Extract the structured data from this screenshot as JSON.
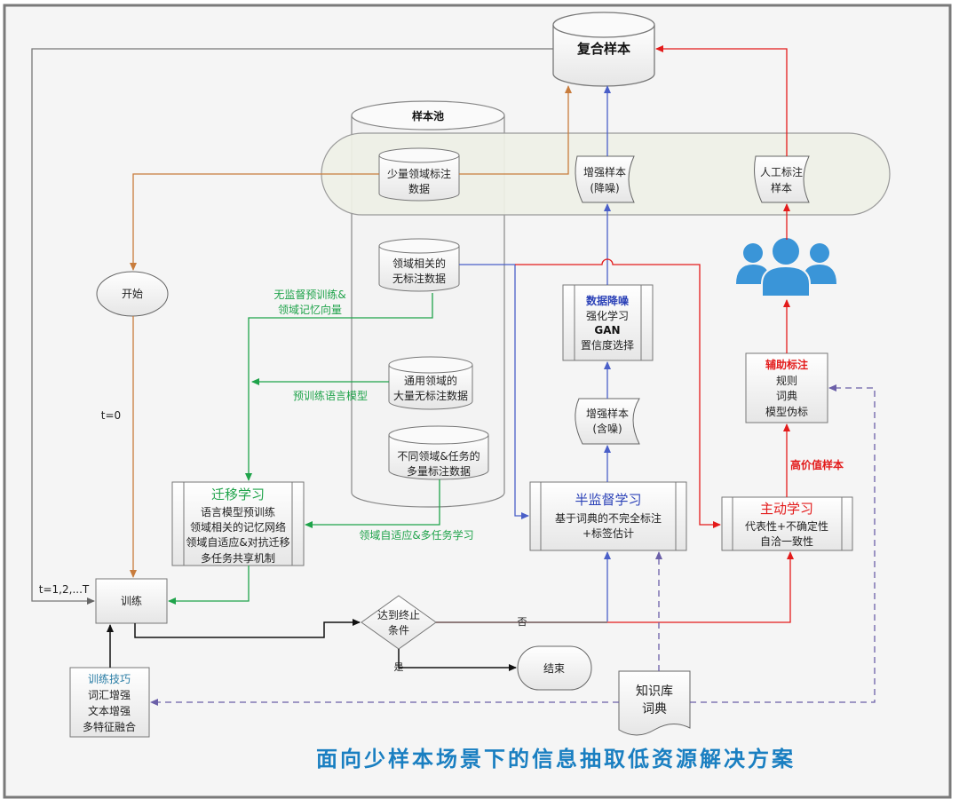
{
  "title": "面向少样本场景下的信息抽取低资源解决方案",
  "colors": {
    "orange": "#c87c3c",
    "blue": "#4a5fc8",
    "green": "#1fa34a",
    "red": "#e31b1b",
    "purple_dashed": "#6b5fa8",
    "people_icon": "#3a95d8",
    "title_blue": "#1a7fc1",
    "band_fill": "#eef0e6"
  },
  "nodes": {
    "composite_samples": "复合样本",
    "sample_pool": "样本池",
    "few_labeled": [
      "少量领域标注",
      "数据"
    ],
    "domain_unlabeled": [
      "领域相关的",
      "无标注数据"
    ],
    "general_unlabeled": [
      "通用领域的",
      "大量无标注数据"
    ],
    "multi_labeled": [
      "不同领域&任务的",
      "多量标注数据"
    ],
    "augmented_denoised": [
      "增强样本",
      "(降噪)"
    ],
    "manual_labeled": [
      "人工标注",
      "样本"
    ],
    "start": "开始",
    "train": "训练",
    "end": "结束",
    "stop_condition": [
      "达到终止",
      "条件"
    ],
    "transfer_learning": {
      "title": "迁移学习",
      "lines": [
        "语言模型预训练",
        "领域相关的记忆网络",
        "领域自适应&对抗迁移",
        "多任务共享机制"
      ]
    },
    "data_denoise": {
      "title": "数据降噪",
      "lines": [
        "强化学习",
        "GAN",
        "置信度选择"
      ]
    },
    "augmented_noisy": [
      "增强样本",
      "(含噪)"
    ],
    "semi_supervised": {
      "title": "半监督学习",
      "lines": [
        "基于词典的不完全标注",
        "+标签估计"
      ]
    },
    "active_learning": {
      "title": "主动学习",
      "lines": [
        "代表性+不确定性",
        "自洽一致性"
      ]
    },
    "assist_labeling": {
      "title": "辅助标注",
      "lines": [
        "规则",
        "词典",
        "模型伪标"
      ]
    },
    "training_tricks": {
      "title": "训练技巧",
      "lines": [
        "词汇增强",
        "文本增强",
        "多特征融合"
      ]
    },
    "knowledge_base": [
      "知识库",
      "词典"
    ],
    "annotators_icon": "people-group-icon"
  },
  "edge_labels": {
    "unsup_pretrain": [
      "无监督预训练&",
      "领域记忆向量"
    ],
    "pretrain_lm": "预训练语言模型",
    "domain_adapt_multitask": "领域自适应&多任务学习",
    "high_value_samples": "高价值样本",
    "t0": "t=0",
    "t_loop": "t=1,2,...T",
    "no": "否",
    "yes": "是"
  }
}
